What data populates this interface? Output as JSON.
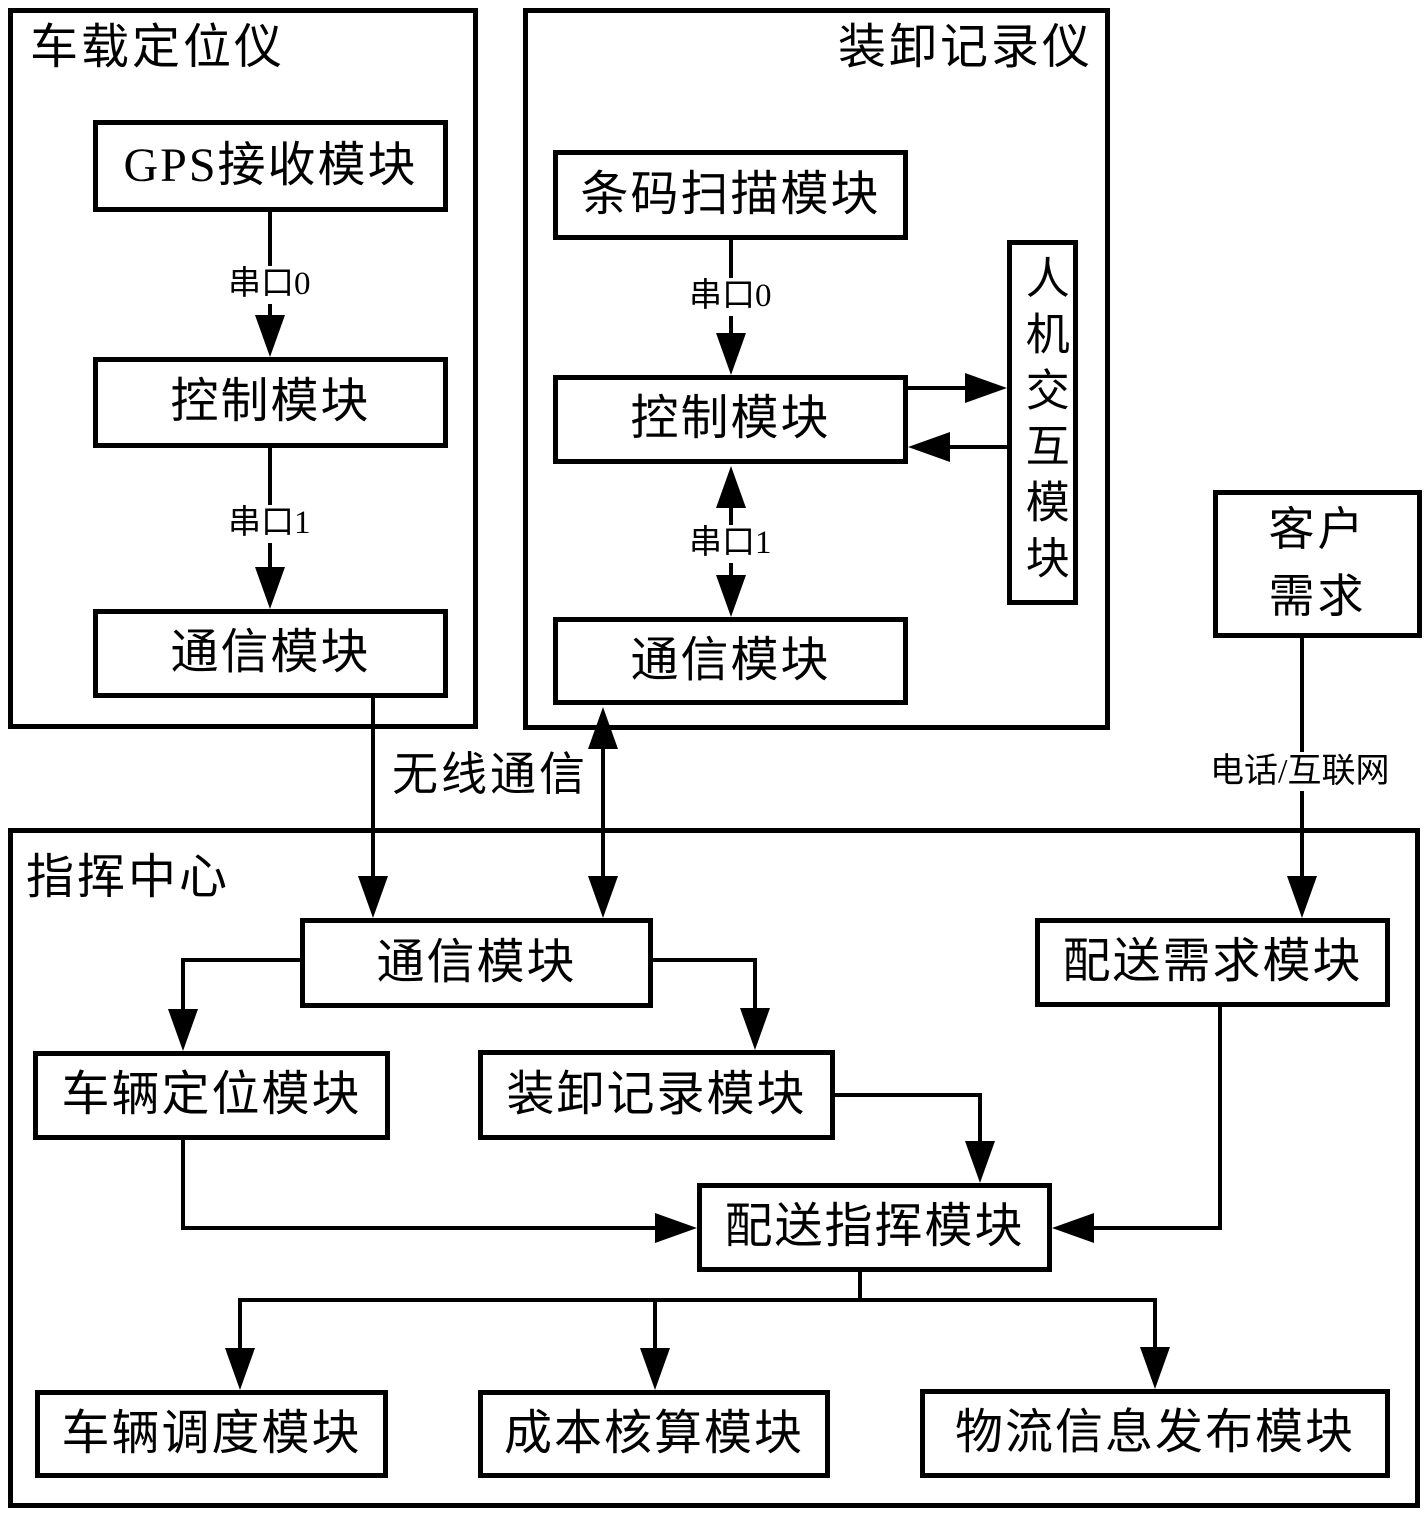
{
  "colors": {
    "line": "#000000",
    "background": "#ffffff",
    "text": "#000000"
  },
  "vehicle_locator": {
    "title": "车载定位仪",
    "gps_module": "GPS接收模块",
    "serial0": "串口0",
    "control_module": "控制模块",
    "serial1": "串口1",
    "comm_module": "通信模块"
  },
  "loading_recorder": {
    "title": "装卸记录仪",
    "barcode_module": "条码扫描模块",
    "serial0": "串口0",
    "control_module": "控制模块",
    "serial1": "串口1",
    "comm_module": "通信模块",
    "hmi_module": "人机交互模块"
  },
  "customer": {
    "label": "客户需求"
  },
  "links": {
    "wireless": "无线通信",
    "phone_internet": "电话/互联网"
  },
  "command_center": {
    "title": "指挥中心",
    "comm_module": "通信模块",
    "delivery_demand_module": "配送需求模块",
    "vehicle_locating_module": "车辆定位模块",
    "loading_record_module": "装卸记录模块",
    "delivery_command_module": "配送指挥模块",
    "vehicle_dispatch_module": "车辆调度模块",
    "cost_accounting_module": "成本核算模块",
    "logistics_info_publish_module": "物流信息发布模块"
  }
}
